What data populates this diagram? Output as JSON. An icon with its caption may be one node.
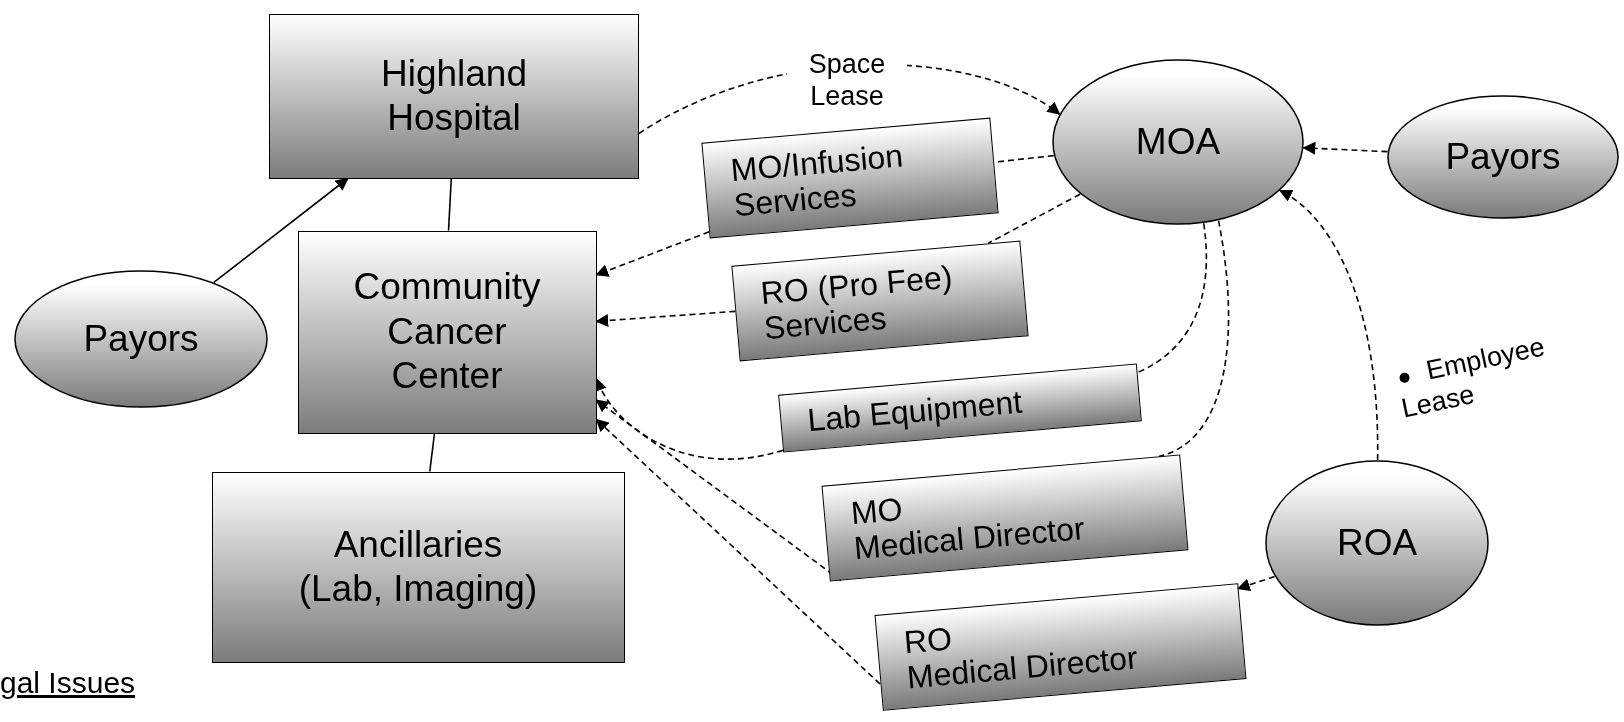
{
  "diagram": {
    "nodes": [
      {
        "text": [
          "Highland Hospital"
        ]
      },
      {
        "text": [
          "Community Cancer Center"
        ]
      },
      {
        "text": [
          "Ancillaries (Lab, Imaging)"
        ]
      },
      {
        "text": [
          "Payors"
        ]
      },
      {
        "text": [
          "MOA"
        ]
      },
      {
        "text": [
          "Payors"
        ]
      },
      {
        "text": [
          "ROA"
        ]
      },
      {
        "text": [
          "MO/Infusion Services"
        ]
      },
      {
        "text": [
          "RO (Pro Fee) Services"
        ]
      },
      {
        "text": [
          "Lab Equipment"
        ]
      },
      {
        "text": [
          "MO",
          "Medical Director"
        ]
      },
      {
        "text": [
          "RO",
          "Medical Director"
        ]
      }
    ],
    "edges": [
      {
        "from": 3,
        "to": 0,
        "arrow": "to"
      },
      {
        "from": 0,
        "to": 1,
        "arrow": "none"
      },
      {
        "from": 1,
        "to": 2,
        "arrow": "none"
      },
      {
        "from": 0,
        "to": 4,
        "arrow": "to",
        "label": "Space Lease",
        "style": "dashed"
      },
      {
        "from": 4,
        "to": 7,
        "arrow": "none",
        "style": "dashed"
      },
      {
        "from": 7,
        "to": 1,
        "arrow": "to",
        "style": "dashed"
      },
      {
        "from": 4,
        "to": 8,
        "arrow": "none",
        "style": "dashed"
      },
      {
        "from": 8,
        "to": 1,
        "arrow": "to",
        "style": "dashed"
      },
      {
        "from": 4,
        "to": 9,
        "arrow": "none",
        "style": "dashed"
      },
      {
        "from": 9,
        "to": 1,
        "arrow": "to",
        "style": "dashed"
      },
      {
        "from": 4,
        "to": 10,
        "arrow": "none",
        "style": "dashed"
      },
      {
        "from": 10,
        "to": 1,
        "arrow": "to",
        "style": "dashed"
      },
      {
        "from": 11,
        "to": 1,
        "arrow": "to",
        "style": "dashed"
      },
      {
        "from": 5,
        "to": 4,
        "arrow": "to",
        "style": "dashed"
      },
      {
        "from": 6,
        "to": 4,
        "arrow": "to",
        "label": "Employee Lease",
        "style": "dashed"
      },
      {
        "from": 6,
        "to": 11,
        "arrow": "to",
        "style": "dashed"
      }
    ],
    "labels": [
      "gal Issues"
    ]
  }
}
